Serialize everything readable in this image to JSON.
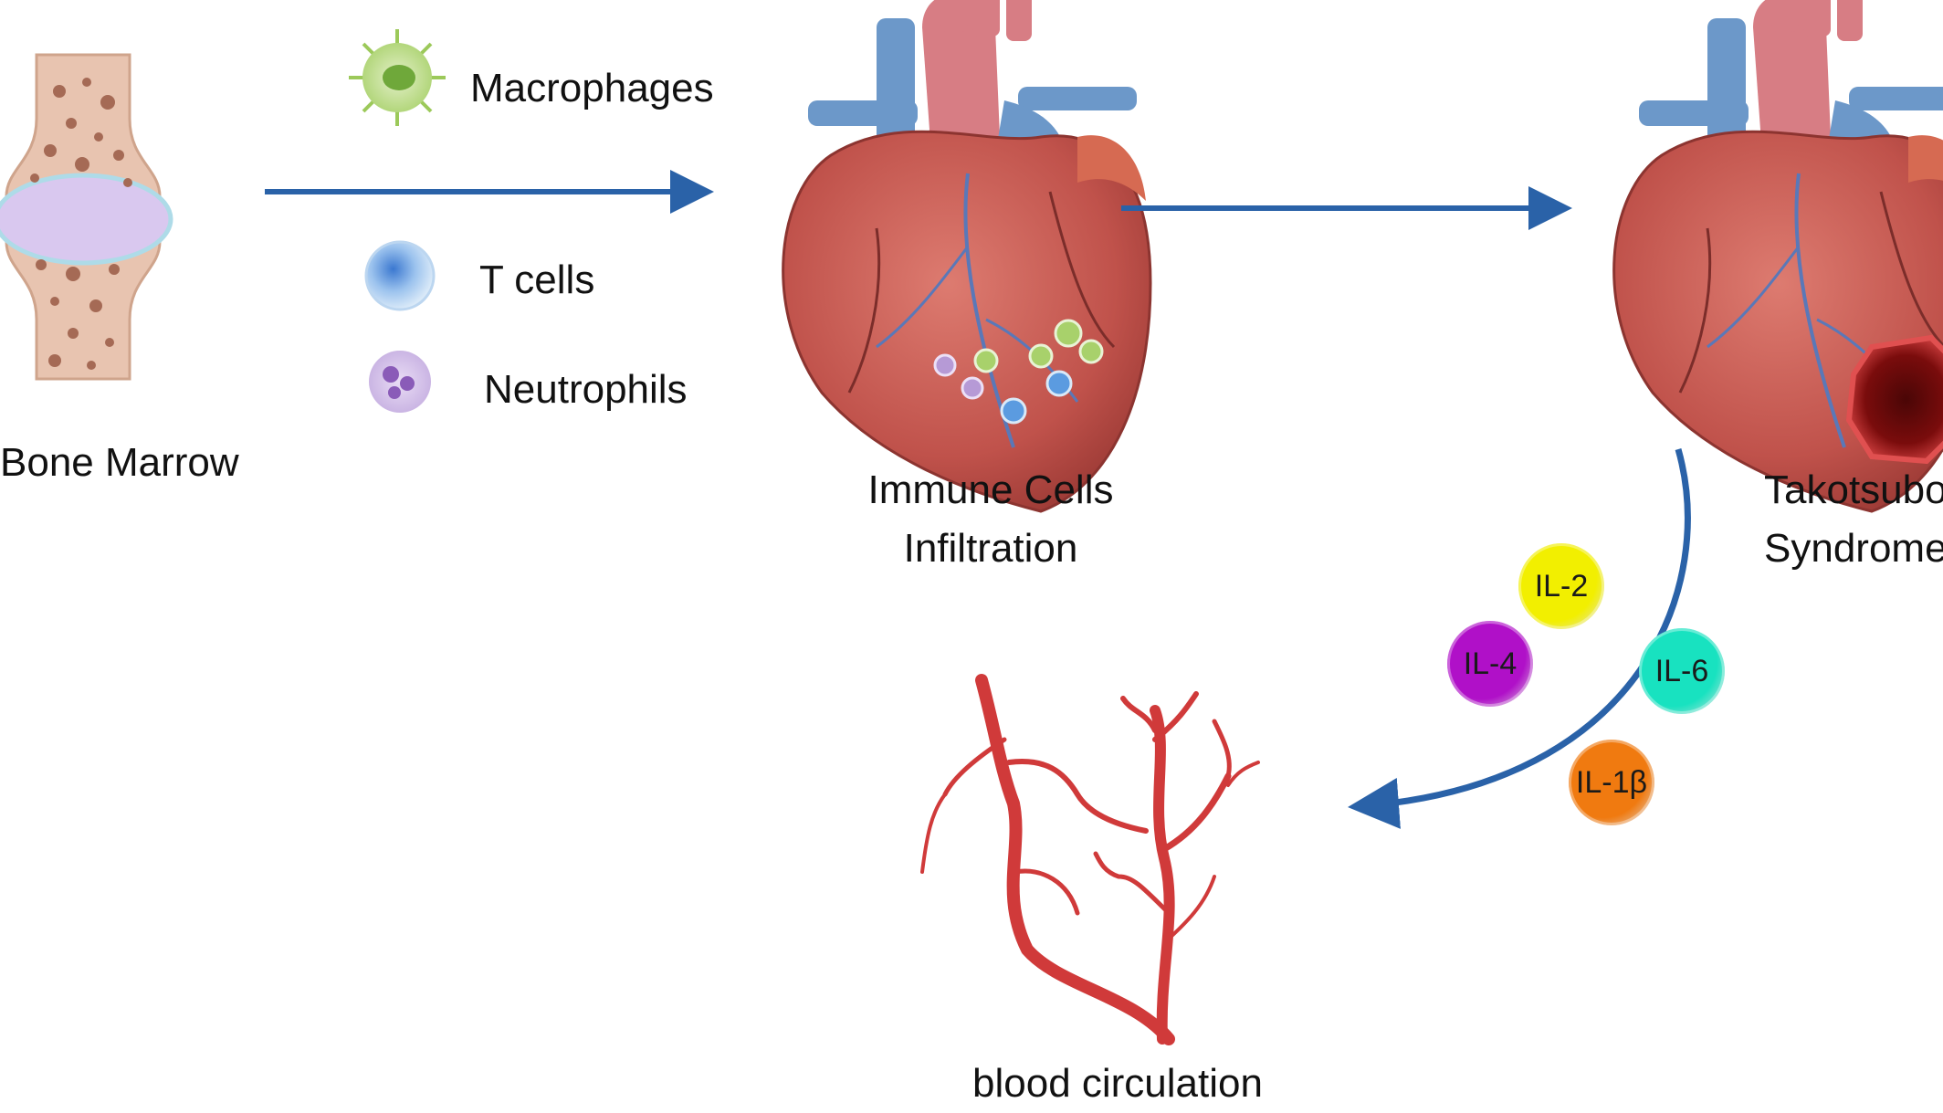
{
  "stages": {
    "bone_marrow": "Bone Marrow",
    "infiltration_line1": "Immune Cells",
    "infiltration_line2": "Infiltration",
    "takotsubo_line1": "Takotsubo",
    "takotsubo_line2": "Syndrome",
    "blood": "blood circulation"
  },
  "immune_cells": [
    {
      "label": "Macrophages",
      "icon": "macrophage-icon",
      "color": "#9cc95a"
    },
    {
      "label": "T cells",
      "icon": "t-cell-icon",
      "color": "#5b9be0"
    },
    {
      "label": "Neutrophils",
      "icon": "neutrophil-icon",
      "color": "#b69ad6"
    }
  ],
  "cytokines": [
    {
      "label": "IL-2",
      "color": "#f2ef00"
    },
    {
      "label": "IL-4",
      "color": "#b010c8"
    },
    {
      "label": "IL-6",
      "color": "#18e2c0"
    },
    {
      "label": "IL-1β",
      "color": "#f07a10"
    }
  ],
  "colors": {
    "arrow": "#2a62a8",
    "heart": "#c8564e",
    "vessel": "#6c98c9",
    "blood_vessel": "#d03a3a"
  }
}
